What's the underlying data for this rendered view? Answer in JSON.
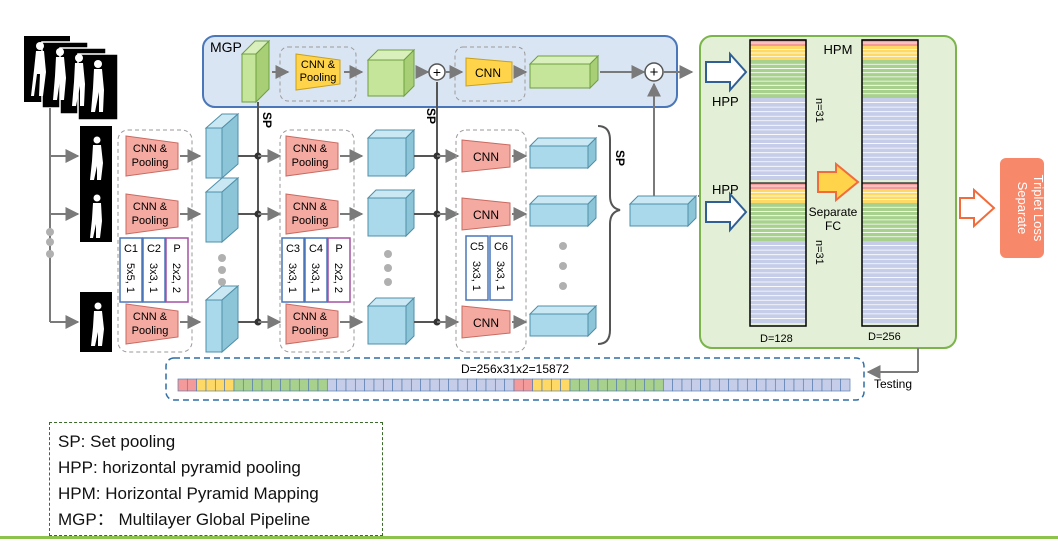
{
  "labels": {
    "mgp": "MGP",
    "cnn_pool_a": "CNN &",
    "cnn_pool_b": "Pooling",
    "cnn": "CNN",
    "sp": "SP",
    "hpp": "HPP",
    "hpm": "HPM",
    "n31": "n=31",
    "separate_fc_a": "Separate",
    "separate_fc_b": "FC",
    "d128": "D=128",
    "d256": "D=256",
    "dim_total": "D=256x31x2=15872",
    "testing": "Testing",
    "loss_a": "Separate",
    "loss_b": "Triplet Loss",
    "plus": "+",
    "ellipsis": "•"
  },
  "layers": {
    "c1_name": "C1",
    "c1_spec": "5x5, 1",
    "c2_name": "C2",
    "c2_spec": "3x3, 1",
    "p1_name": "P",
    "p1_spec": "2x2, 2",
    "c3_name": "C3",
    "c3_spec": "3x3, 1",
    "c4_name": "C4",
    "c4_spec": "3x3, 1",
    "p2_name": "P",
    "p2_spec": "2x2, 2",
    "c5_name": "C5",
    "c5_spec": "3x3, 1",
    "c6_name": "C6",
    "c6_spec": "3x3, 1"
  },
  "legend": {
    "sp": "SP:  Set pooling",
    "hpp": "HPP:  horizontal pyramid pooling",
    "hpm": "HPM: Horizontal Pyramid Mapping",
    "mgp": "MGP： Multilayer Global Pipeline"
  },
  "colors": {
    "mgp_fill": "#dae5f3",
    "mgp_stroke": "#4a77b9",
    "hpm_fill": "#e3efd6",
    "hpm_stroke": "#7ab44a",
    "pool_fill": "#f4a9a1",
    "cnn_yellow": "#ffd44a",
    "cube_blue": "#a9d9ea",
    "cube_green": "#c5e59b",
    "loss": "#f7886a",
    "strip_colors": [
      "#f59a9a",
      "#ffd966",
      "#a8d18d",
      "#c5cde9"
    ]
  }
}
